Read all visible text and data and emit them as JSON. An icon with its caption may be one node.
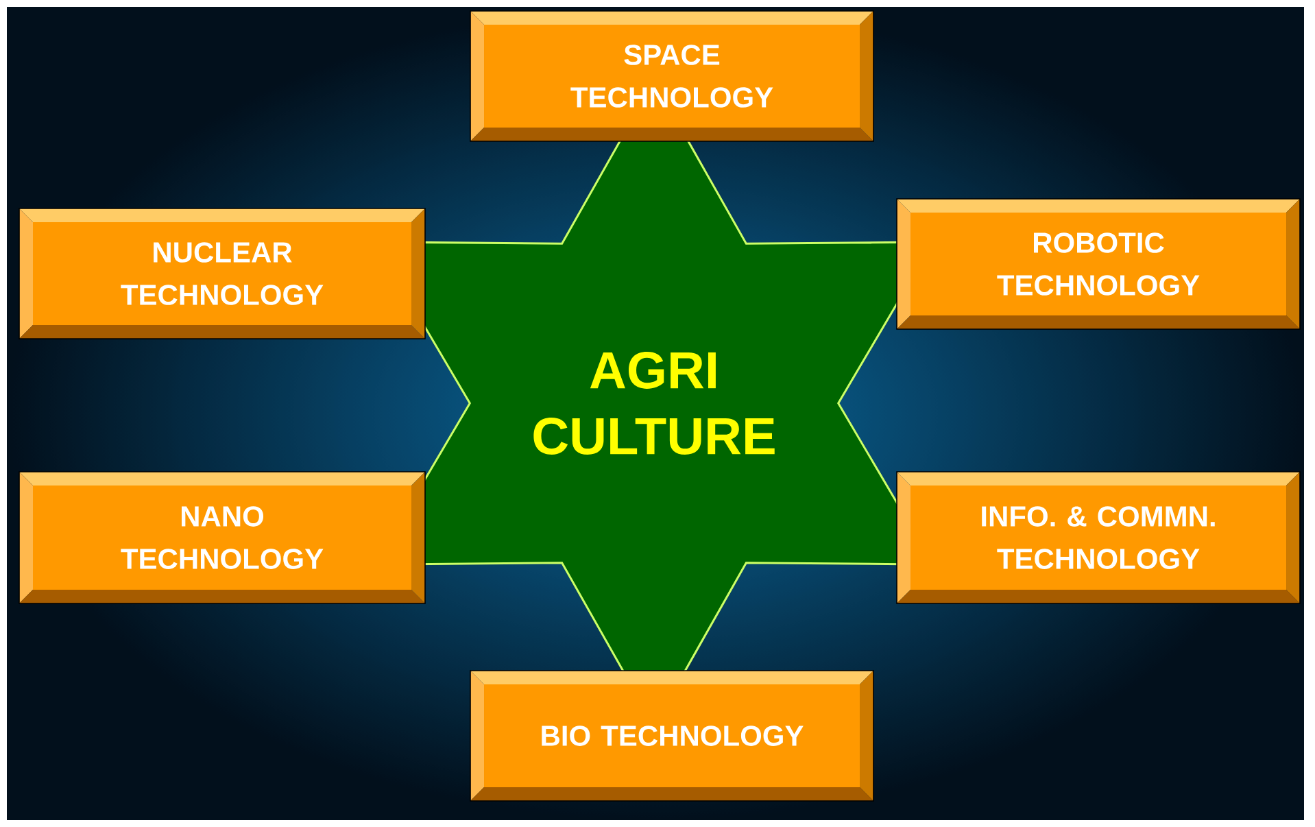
{
  "diagram": {
    "nodes": [
      {
        "text": [
          "SPACE TECHNOLOGY"
        ]
      },
      {
        "text": [
          "NUCLEAR TECHNOLOGY"
        ]
      },
      {
        "text": [
          "ROBOTIC TECHNOLOGY"
        ]
      },
      {
        "text": [
          "AGRI CULTURE"
        ]
      },
      {
        "text": [
          "NANO TECHNOLOGY"
        ]
      },
      {
        "text": [
          "INFO. & COMMN. TECHNOLOGY"
        ]
      },
      {
        "text": [
          "BIO TECHNOLOGY"
        ]
      }
    ]
  }
}
